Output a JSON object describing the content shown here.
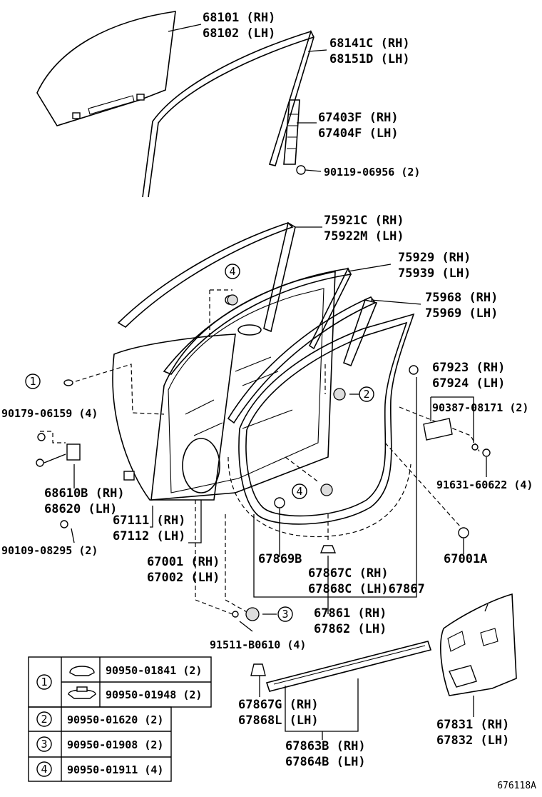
{
  "callouts": [
    {
      "lines": [
        "68101 (RH)",
        "68102 (LH)"
      ]
    },
    {
      "lines": [
        "68141C (RH)",
        "68151D (LH)"
      ]
    },
    {
      "lines": [
        "67403F (RH)",
        "67404F (LH)"
      ]
    },
    {
      "lines": [
        "90119-06956 (2)"
      ]
    },
    {
      "lines": [
        "75921C (RH)",
        "75922M (LH)"
      ]
    },
    {
      "lines": [
        "75929 (RH)",
        "75939 (LH)"
      ]
    },
    {
      "lines": [
        "75968 (RH)",
        "75969 (LH)"
      ]
    },
    {
      "lines": [
        "67923 (RH)",
        "67924 (LH)"
      ]
    },
    {
      "lines": [
        "90387-08171 (2)"
      ]
    },
    {
      "lines": [
        "90179-06159 (4)"
      ]
    },
    {
      "lines": [
        "68610B (RH)",
        "68620 (LH)"
      ]
    },
    {
      "lines": [
        "67111 (RH)",
        "67112 (LH)"
      ]
    },
    {
      "lines": [
        "91631-60622 (4)"
      ]
    },
    {
      "lines": [
        "90109-08295 (2)"
      ]
    },
    {
      "lines": [
        "67001 (RH)",
        "67002 (LH)"
      ]
    },
    {
      "lines": [
        "67869B"
      ]
    },
    {
      "lines": [
        "67001A"
      ]
    },
    {
      "lines": [
        "67867C (RH)",
        "67868C (LH)67867"
      ]
    },
    {
      "lines": [
        "67861 (RH)",
        "67862 (LH)"
      ]
    },
    {
      "lines": [
        "91511-B0610 (4)"
      ]
    },
    {
      "lines": [
        "67867G (RH)",
        "67868L (LH)"
      ]
    },
    {
      "lines": [
        "67863B (RH)",
        "67864B (LH)"
      ]
    },
    {
      "lines": [
        "67831 (RH)",
        "67832 (LH)"
      ]
    }
  ],
  "markers": {
    "m1": "1",
    "m2": "2",
    "m3": "3",
    "m4a": "4",
    "m4b": "4"
  },
  "legend": {
    "rows": [
      {
        "key": "1",
        "entries": [
          "90950-01841 (2)",
          "90950-01948 (2)"
        ]
      },
      {
        "key": "2",
        "entries": [
          "90950-01620 (2)"
        ]
      },
      {
        "key": "3",
        "entries": [
          "90950-01908 (2)"
        ]
      },
      {
        "key": "4",
        "entries": [
          "90950-01911 (4)"
        ]
      }
    ]
  },
  "figure_id": "676118A"
}
